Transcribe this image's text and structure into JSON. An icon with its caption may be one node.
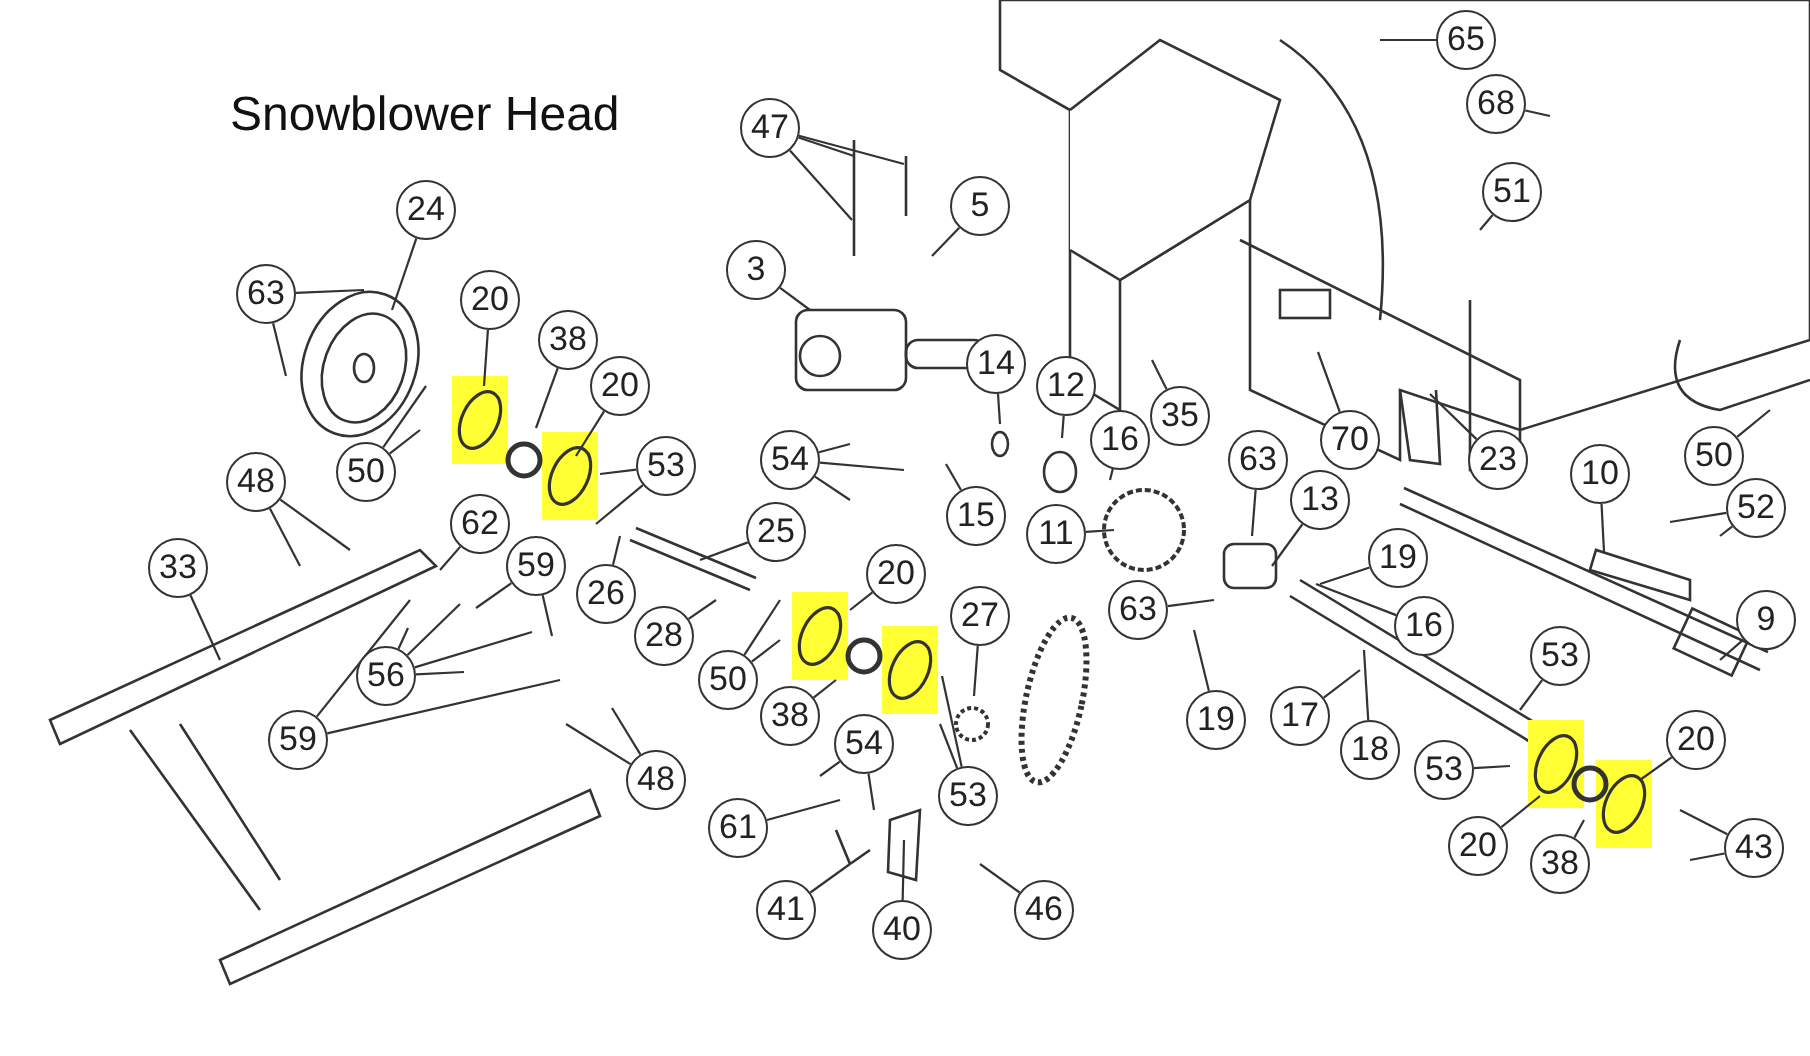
{
  "diagram": {
    "title": "Snowblower Head",
    "nodes": [
      {
        "text": [
          "65"
        ]
      },
      {
        "text": [
          "47"
        ]
      },
      {
        "text": [
          "68"
        ]
      },
      {
        "text": [
          "5"
        ]
      },
      {
        "text": [
          "51"
        ]
      },
      {
        "text": [
          "24"
        ]
      },
      {
        "text": [
          "3"
        ]
      },
      {
        "text": [
          "63"
        ]
      },
      {
        "text": [
          "20"
        ]
      },
      {
        "text": [
          "38"
        ]
      },
      {
        "text": [
          "20"
        ]
      },
      {
        "text": [
          "14"
        ]
      },
      {
        "text": [
          "12"
        ]
      },
      {
        "text": [
          "35"
        ]
      },
      {
        "text": [
          "16"
        ]
      },
      {
        "text": [
          "70"
        ]
      },
      {
        "text": [
          "23"
        ]
      },
      {
        "text": [
          "50"
        ]
      },
      {
        "text": [
          "54"
        ]
      },
      {
        "text": [
          "53"
        ]
      },
      {
        "text": [
          "15"
        ]
      },
      {
        "text": [
          "10"
        ]
      },
      {
        "text": [
          "63"
        ]
      },
      {
        "text": [
          "13"
        ]
      },
      {
        "text": [
          "50"
        ]
      },
      {
        "text": [
          "52"
        ]
      },
      {
        "text": [
          "48"
        ]
      },
      {
        "text": [
          "25"
        ]
      },
      {
        "text": [
          "11"
        ]
      },
      {
        "text": [
          "19"
        ]
      },
      {
        "text": [
          "62"
        ]
      },
      {
        "text": [
          "59"
        ]
      },
      {
        "text": [
          "33"
        ]
      },
      {
        "text": [
          "26"
        ]
      },
      {
        "text": [
          "28"
        ]
      },
      {
        "text": [
          "63"
        ]
      },
      {
        "text": [
          "16"
        ]
      },
      {
        "text": [
          "9"
        ]
      },
      {
        "text": [
          "20"
        ]
      },
      {
        "text": [
          "27"
        ]
      },
      {
        "text": [
          "56"
        ]
      },
      {
        "text": [
          "50"
        ]
      },
      {
        "text": [
          "38"
        ]
      },
      {
        "text": [
          "53"
        ]
      },
      {
        "text": [
          "17"
        ]
      },
      {
        "text": [
          "59"
        ]
      },
      {
        "text": [
          "19"
        ]
      },
      {
        "text": [
          "18"
        ]
      },
      {
        "text": [
          "20"
        ]
      },
      {
        "text": [
          "53"
        ]
      },
      {
        "text": [
          "53"
        ]
      },
      {
        "text": [
          "48"
        ]
      },
      {
        "text": [
          "54"
        ]
      },
      {
        "text": [
          "61"
        ]
      },
      {
        "text": [
          "20"
        ]
      },
      {
        "text": [
          "38"
        ]
      },
      {
        "text": [
          "43"
        ]
      },
      {
        "text": [
          "41"
        ]
      },
      {
        "text": [
          "40"
        ]
      },
      {
        "text": [
          "46"
        ]
      }
    ],
    "edges": [
      {
        "from": 0,
        "to": null,
        "arrow": "none"
      },
      {
        "from": 1,
        "to": null,
        "arrow": "none"
      },
      {
        "from": 1,
        "to": null,
        "arrow": "none"
      },
      {
        "from": 1,
        "to": null,
        "arrow": "none"
      },
      {
        "from": 2,
        "to": null,
        "arrow": "none"
      },
      {
        "from": 3,
        "to": null,
        "arrow": "none"
      },
      {
        "from": 4,
        "to": null,
        "arrow": "none"
      },
      {
        "from": 5,
        "to": null,
        "arrow": "none"
      },
      {
        "from": 6,
        "to": null,
        "arrow": "none"
      },
      {
        "from": 7,
        "to": null,
        "arrow": "none"
      },
      {
        "from": 7,
        "to": null,
        "arrow": "none"
      },
      {
        "from": 8,
        "to": null,
        "arrow": "none"
      },
      {
        "from": 9,
        "to": null,
        "arrow": "none"
      },
      {
        "from": 10,
        "to": null,
        "arrow": "none"
      },
      {
        "from": 11,
        "to": null,
        "arrow": "none"
      },
      {
        "from": 12,
        "to": null,
        "arrow": "none"
      },
      {
        "from": 13,
        "to": null,
        "arrow": "none"
      },
      {
        "from": 14,
        "to": null,
        "arrow": "none"
      },
      {
        "from": 15,
        "to": null,
        "arrow": "none"
      },
      {
        "from": 16,
        "to": null,
        "arrow": "none"
      },
      {
        "from": 17,
        "to": null,
        "arrow": "none"
      },
      {
        "from": 17,
        "to": null,
        "arrow": "none"
      },
      {
        "from": 18,
        "to": null,
        "arrow": "none"
      },
      {
        "from": 18,
        "to": null,
        "arrow": "none"
      },
      {
        "from": 18,
        "to": null,
        "arrow": "none"
      },
      {
        "from": 19,
        "to": null,
        "arrow": "none"
      },
      {
        "from": 19,
        "to": null,
        "arrow": "none"
      },
      {
        "from": 20,
        "to": null,
        "arrow": "none"
      },
      {
        "from": 21,
        "to": null,
        "arrow": "none"
      },
      {
        "from": 22,
        "to": null,
        "arrow": "none"
      },
      {
        "from": 23,
        "to": null,
        "arrow": "none"
      },
      {
        "from": 24,
        "to": null,
        "arrow": "none"
      },
      {
        "from": 25,
        "to": null,
        "arrow": "none"
      },
      {
        "from": 25,
        "to": null,
        "arrow": "none"
      },
      {
        "from": 26,
        "to": null,
        "arrow": "none"
      },
      {
        "from": 26,
        "to": null,
        "arrow": "none"
      },
      {
        "from": 27,
        "to": null,
        "arrow": "none"
      },
      {
        "from": 28,
        "to": null,
        "arrow": "none"
      },
      {
        "from": 29,
        "to": null,
        "arrow": "none"
      },
      {
        "from": 30,
        "to": null,
        "arrow": "none"
      },
      {
        "from": 31,
        "to": null,
        "arrow": "none"
      },
      {
        "from": 31,
        "to": null,
        "arrow": "none"
      },
      {
        "from": 32,
        "to": null,
        "arrow": "none"
      },
      {
        "from": 33,
        "to": null,
        "arrow": "none"
      },
      {
        "from": 34,
        "to": null,
        "arrow": "none"
      },
      {
        "from": 35,
        "to": null,
        "arrow": "none"
      },
      {
        "from": 36,
        "to": null,
        "arrow": "none"
      },
      {
        "from": 37,
        "to": null,
        "arrow": "none"
      },
      {
        "from": 38,
        "to": null,
        "arrow": "none"
      },
      {
        "from": 39,
        "to": null,
        "arrow": "none"
      },
      {
        "from": 40,
        "to": null,
        "arrow": "none"
      },
      {
        "from": 40,
        "to": null,
        "arrow": "none"
      },
      {
        "from": 40,
        "to": null,
        "arrow": "none"
      },
      {
        "from": 40,
        "to": null,
        "arrow": "none"
      },
      {
        "from": 41,
        "to": null,
        "arrow": "none"
      },
      {
        "from": 41,
        "to": null,
        "arrow": "none"
      },
      {
        "from": 42,
        "to": null,
        "arrow": "none"
      },
      {
        "from": 43,
        "to": null,
        "arrow": "none"
      },
      {
        "from": 43,
        "to": null,
        "arrow": "none"
      },
      {
        "from": 44,
        "to": null,
        "arrow": "none"
      },
      {
        "from": 45,
        "to": null,
        "arrow": "none"
      },
      {
        "from": 45,
        "to": null,
        "arrow": "none"
      },
      {
        "from": 46,
        "to": null,
        "arrow": "none"
      },
      {
        "from": 47,
        "to": null,
        "arrow": "none"
      },
      {
        "from": 48,
        "to": null,
        "arrow": "none"
      },
      {
        "from": 49,
        "to": null,
        "arrow": "none"
      },
      {
        "from": 50,
        "to": null,
        "arrow": "none"
      },
      {
        "from": 51,
        "to": null,
        "arrow": "none"
      },
      {
        "from": 51,
        "to": null,
        "arrow": "none"
      },
      {
        "from": 52,
        "to": null,
        "arrow": "none"
      },
      {
        "from": 52,
        "to": null,
        "arrow": "none"
      },
      {
        "from": 53,
        "to": null,
        "arrow": "none"
      },
      {
        "from": 54,
        "to": null,
        "arrow": "none"
      },
      {
        "from": 55,
        "to": null,
        "arrow": "none"
      },
      {
        "from": 56,
        "to": null,
        "arrow": "none"
      },
      {
        "from": 56,
        "to": null,
        "arrow": "none"
      },
      {
        "from": 57,
        "to": null,
        "arrow": "none"
      },
      {
        "from": 58,
        "to": null,
        "arrow": "none"
      },
      {
        "from": 59,
        "to": null,
        "arrow": "none"
      }
    ]
  }
}
